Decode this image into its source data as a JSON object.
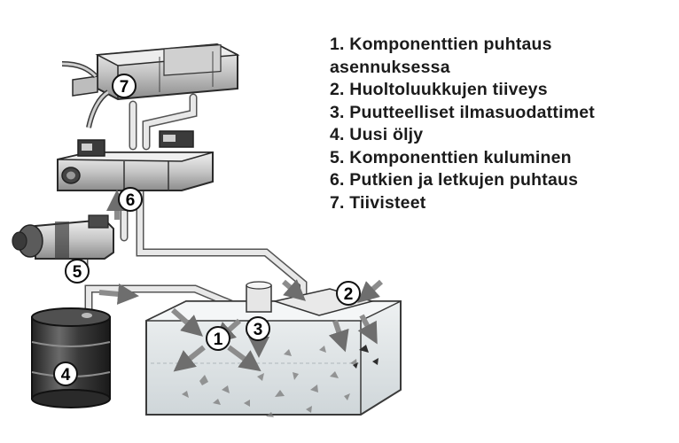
{
  "legend": {
    "items": [
      "1. Komponenttien puhtaus",
      "asennuksessa",
      "2. Huoltoluukkujen tiiveys",
      "3. Puutteelliset ilmasuodattimet",
      "4. Uusi öljy",
      "5. Komponenttien kuluminen",
      "6. Putkien ja letkujen puhtaus",
      "7. Tiivisteet"
    ]
  },
  "markers": [
    "1",
    "2",
    "3",
    "4",
    "5",
    "6",
    "7"
  ],
  "colors": {
    "metal_light": "#e2e2e2",
    "metal_mid": "#b5b5b5",
    "metal_dark": "#555555",
    "outline": "#2a2a2a",
    "arrow": "#8a8a8a",
    "drum": "#3a3a3a",
    "fluid": "#d6dde0"
  }
}
